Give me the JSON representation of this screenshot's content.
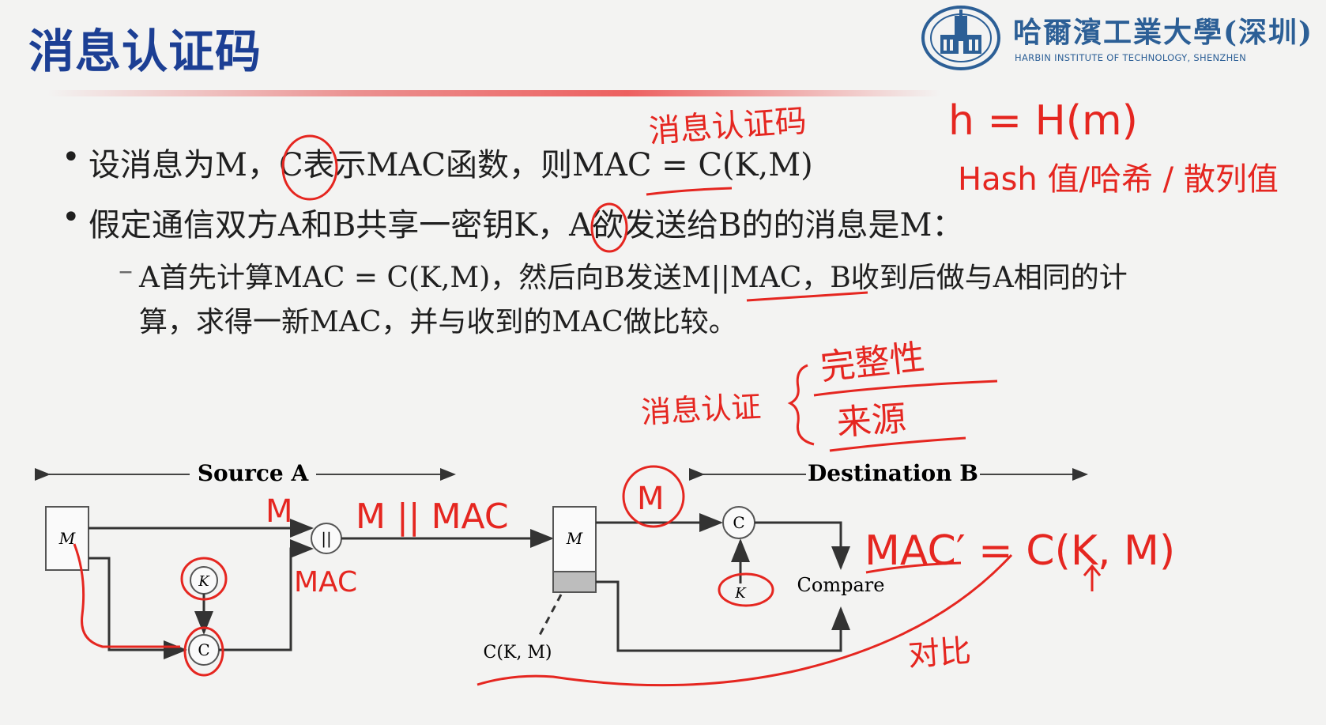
{
  "slide": {
    "title": "消息认证码",
    "logo": {
      "name_cn": "哈爾濱工業大學(深圳)",
      "name_en": "HARBIN INSTITUTE OF TECHNOLOGY, SHENZHEN"
    },
    "bullets": [
      "设消息为M，C表示MAC函数，则MAC = C(K,M)",
      "假定通信双方A和B共享一密钥K，A欲发送给B的的消息是M："
    ],
    "sub_bullet": {
      "line1": "A首先计算MAC = C(K,M)，然后向B发送M||MAC，B收到后做与A相同的计",
      "line2": "算，求得一新MAC，并与收到的MAC做比较。"
    }
  },
  "diagram": {
    "source_label": "Source A",
    "destination_label": "Destination B",
    "m_box_label": "M",
    "k_label": "K",
    "c_label": "C",
    "concat_label": "||",
    "compare_label": "Compare",
    "ckm_label": "C(K, M)"
  },
  "annotations": {
    "note_mac": "消息认证码",
    "note_hash_eq": "h = H(m)",
    "note_hash_value": "Hash 值/哈希 / 散列值",
    "note_brace_left": "消息认证",
    "note_integrity": "完整性",
    "note_source": "来源",
    "note_m": "M",
    "note_mmac": "M || MAC",
    "note_mac_small": "MAC",
    "note_m_circled": "M",
    "note_mac_prime": "MAC′ = C(K, M)",
    "note_compare": "对比",
    "ink_color": "#e52620"
  }
}
